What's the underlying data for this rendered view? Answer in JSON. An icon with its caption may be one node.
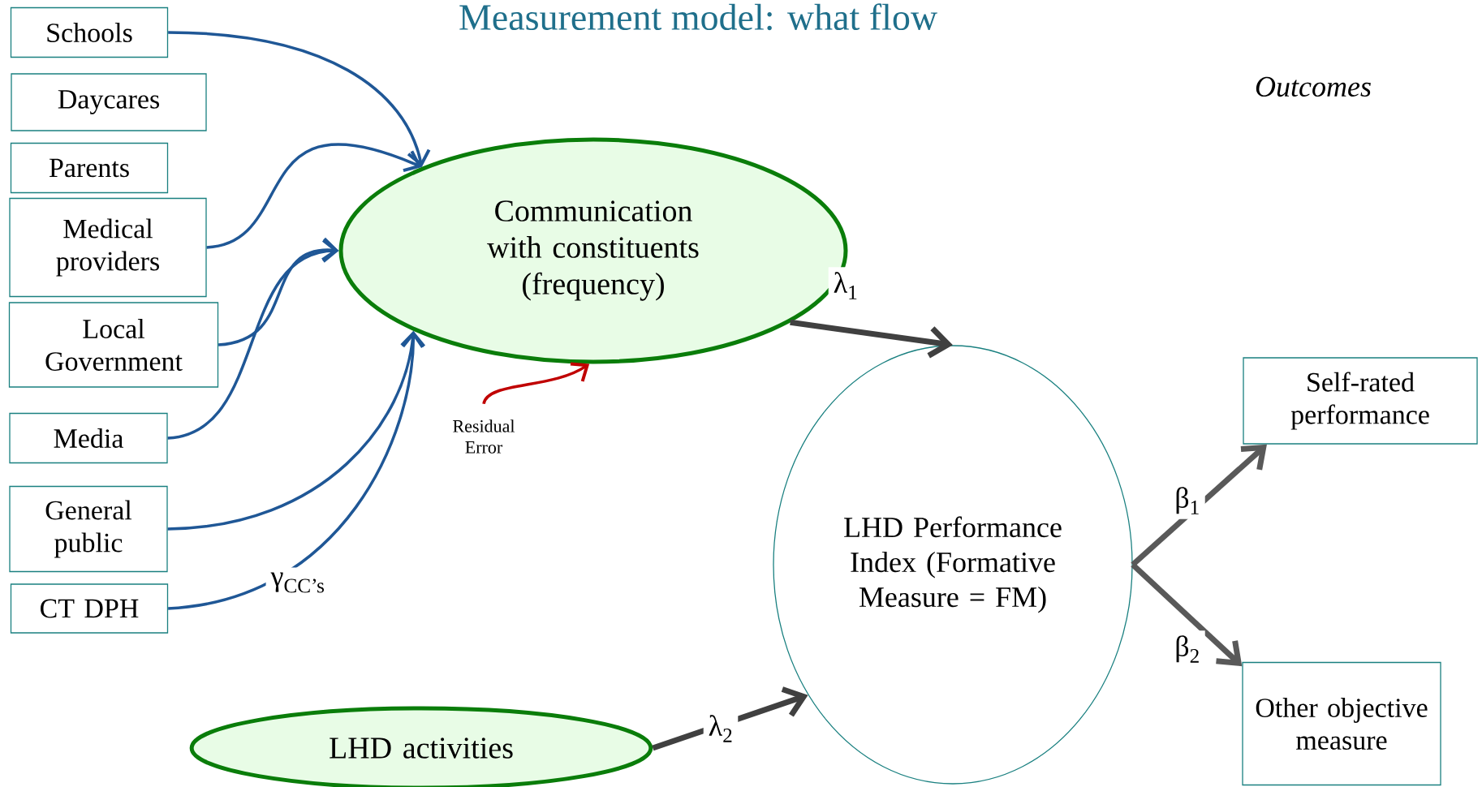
{
  "diagram": {
    "title": "Measurement model: what flow",
    "nodes": [
      {
        "text": [
          "Schools"
        ]
      },
      {
        "text": [
          "Daycares"
        ]
      },
      {
        "text": [
          "Parents"
        ]
      },
      {
        "text": [
          "Medical providers"
        ]
      },
      {
        "text": [
          "Local Government"
        ]
      },
      {
        "text": [
          "Media"
        ]
      },
      {
        "text": [
          "General public"
        ]
      },
      {
        "text": [
          "CT DPH"
        ]
      },
      {
        "text": [
          "Communication with constituents (frequency)"
        ]
      },
      {
        "text": [
          "Residual Error"
        ]
      },
      {
        "text": [
          "LHD Performance Index (Formative Measure = FM)"
        ]
      },
      {
        "text": [
          "LHD activities"
        ]
      },
      {
        "text": [
          "Self-rated performance"
        ]
      },
      {
        "text": [
          "Other objective measure"
        ]
      }
    ],
    "edges": [
      {
        "from": 0,
        "to": 8,
        "arrow": "to"
      },
      {
        "from": 3,
        "to": 8,
        "arrow": "to"
      },
      {
        "from": 4,
        "to": 8,
        "arrow": "to"
      },
      {
        "from": 5,
        "to": 8,
        "arrow": "to"
      },
      {
        "from": 6,
        "to": 8,
        "arrow": "to"
      },
      {
        "from": 7,
        "to": 8,
        "arrow": "to",
        "label": "γ$_{CC’s}$"
      },
      {
        "from": 9,
        "to": 8,
        "arrow": "to",
        "color": "#c00000"
      },
      {
        "from": 8,
        "to": 10,
        "arrow": "to",
        "label": "λ$_{1}$",
        "style": "thick",
        "color": "#404040"
      },
      {
        "from": 11,
        "to": 10,
        "arrow": "to",
        "label": "λ$_{2}$",
        "style": "thick",
        "color": "#404040"
      },
      {
        "from": 10,
        "to": 12,
        "arrow": "to",
        "label": "β$_{1}$",
        "style": "thick",
        "color": "#595959"
      },
      {
        "from": 10,
        "to": 13,
        "arrow": "to",
        "label": "β$_{2}$",
        "style": "thick",
        "color": "#595959"
      }
    ],
    "labels": [
      "Outcomes"
    ]
  }
}
